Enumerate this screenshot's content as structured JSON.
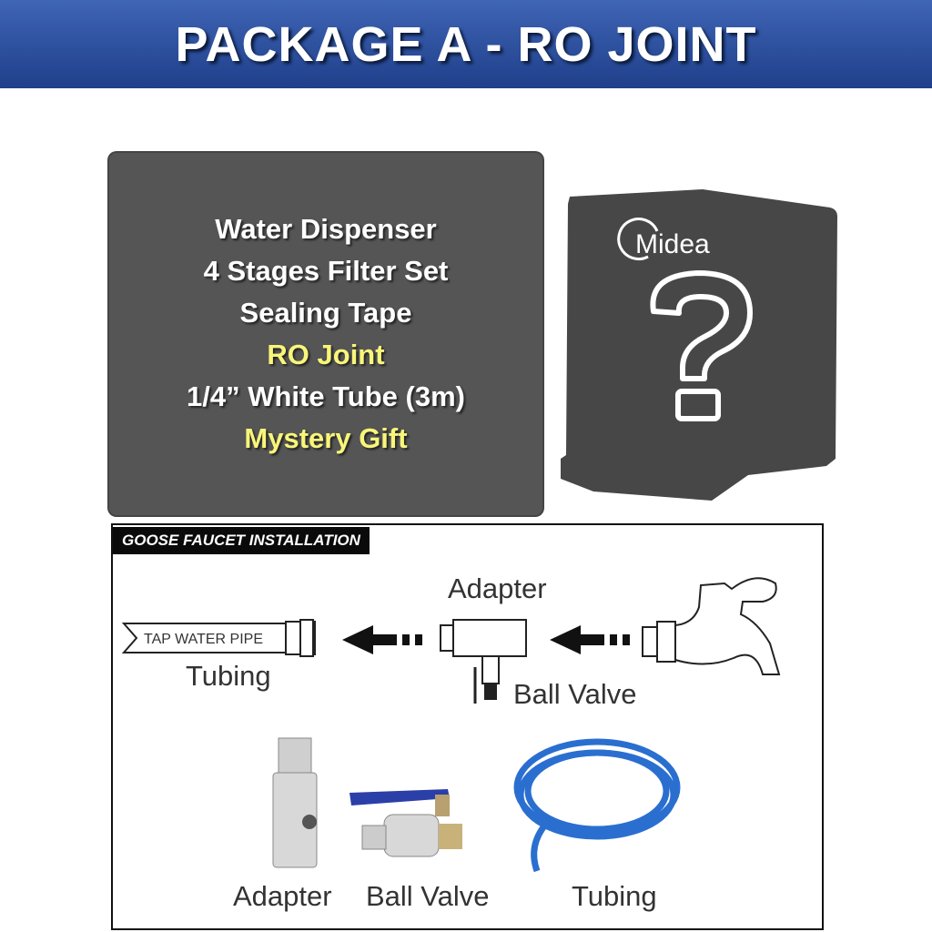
{
  "header": {
    "title": "PACKAGE A - RO JOINT"
  },
  "package_contents": [
    {
      "label": "Water Dispenser",
      "highlight": false
    },
    {
      "label": "4 Stages Filter Set",
      "highlight": false
    },
    {
      "label": "Sealing Tape",
      "highlight": false
    },
    {
      "label": "RO Joint",
      "highlight": true
    },
    {
      "label": "1/4” White Tube (3m)",
      "highlight": false
    },
    {
      "label": "Mystery Gift",
      "highlight": true
    }
  ],
  "mystery_product": {
    "brand": "Midea",
    "symbol": "?"
  },
  "installation": {
    "title": "GOOSE FAUCET INSTALLATION",
    "diagram": {
      "pipe_label": "TAP WATER PIPE",
      "tubing": "Tubing",
      "adapter": "Adapter",
      "ball_valve": "Ball Valve"
    },
    "parts": {
      "adapter": "Adapter",
      "ball_valve": "Ball Valve",
      "tubing": "Tubing"
    }
  },
  "colors": {
    "header": "#2a4f9f",
    "panel": "#555555",
    "highlight": "#f8f57a",
    "tubing": "#2a6fd0"
  }
}
